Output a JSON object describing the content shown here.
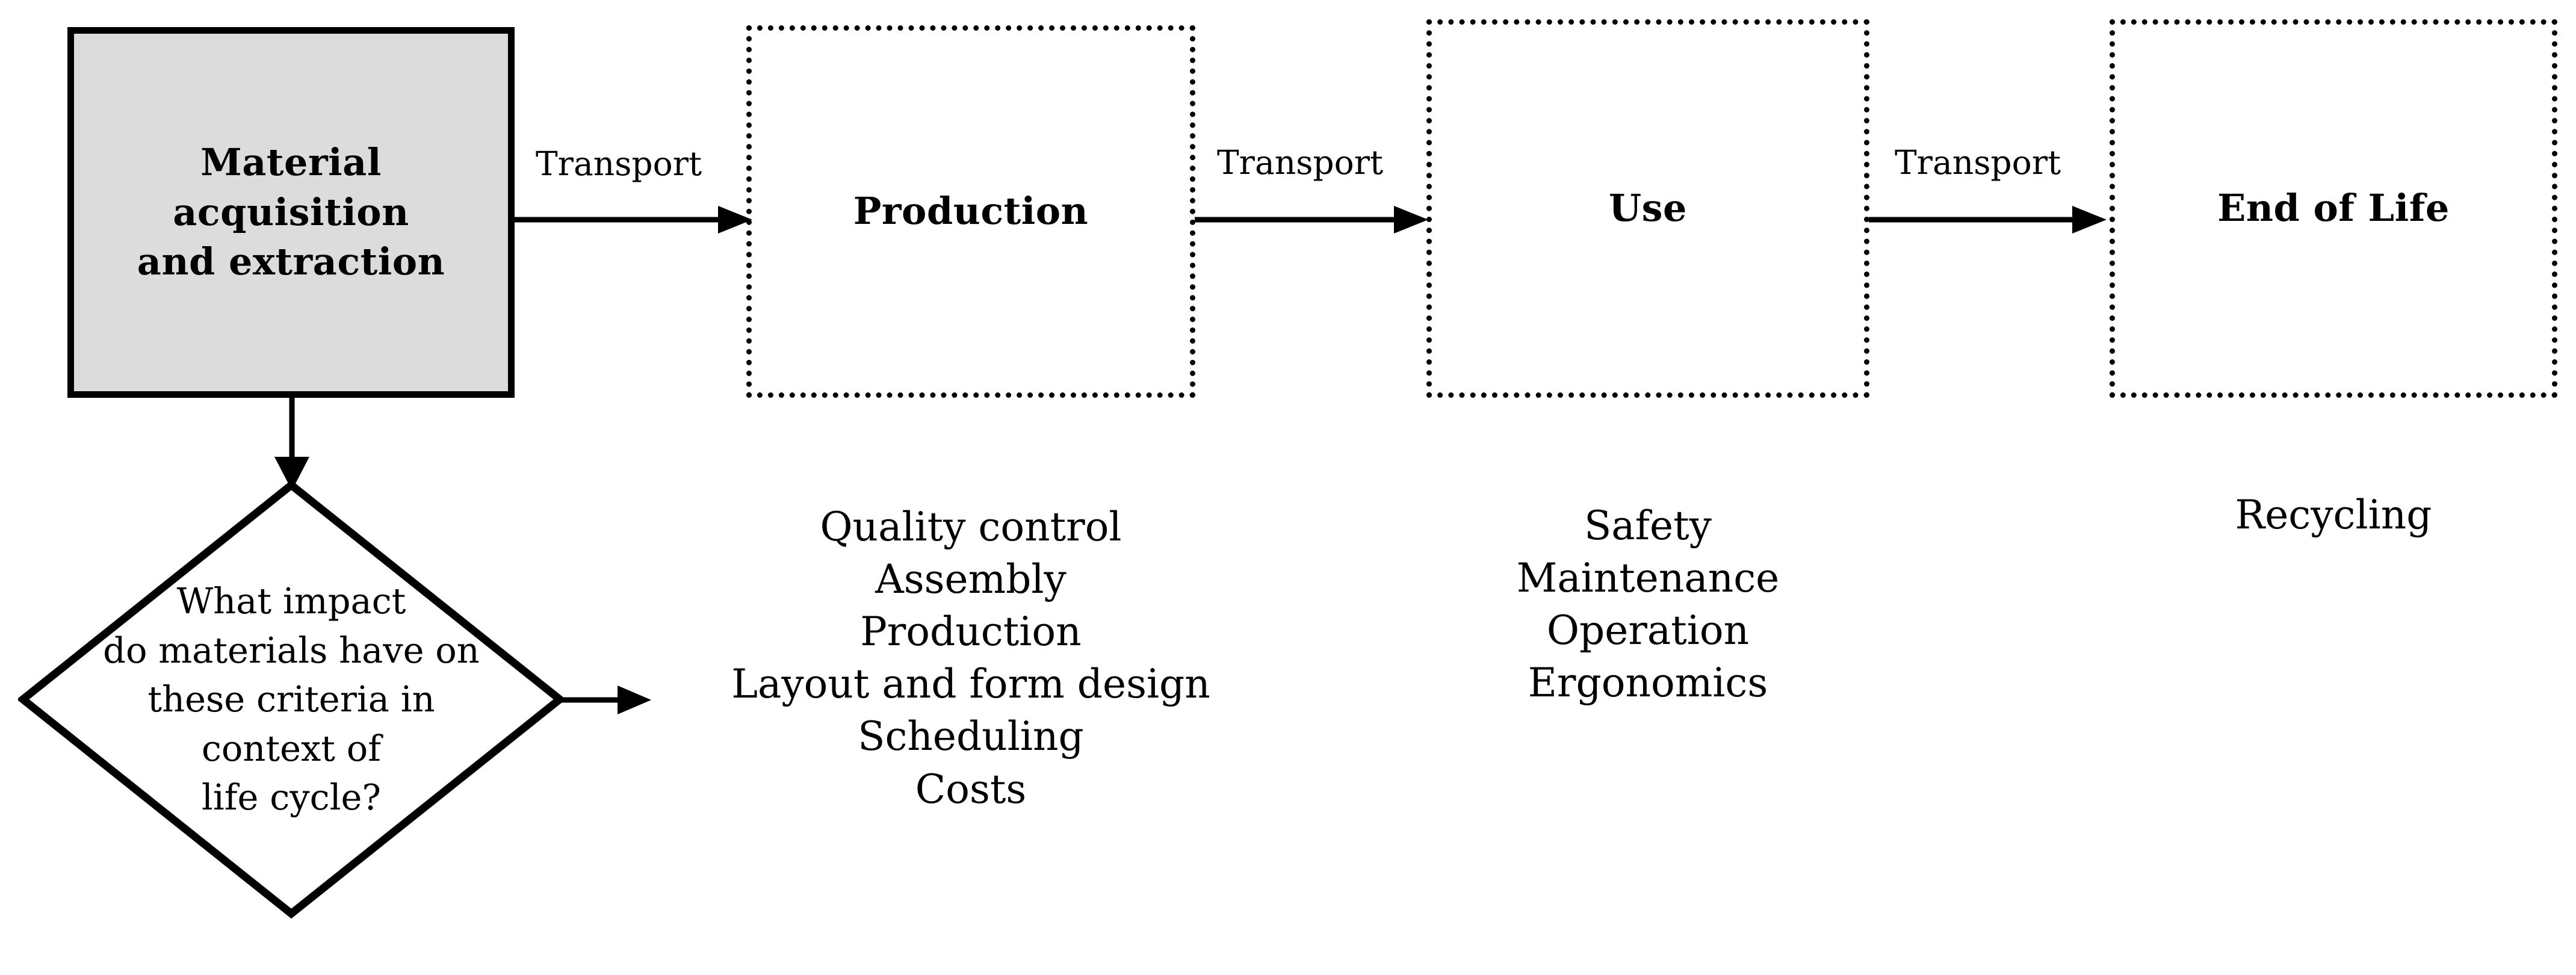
{
  "diagram": {
    "title_hidden": "",
    "colors": {
      "stroke": "#000000",
      "highlight_fill": "#dcdcdc",
      "plain_fill": "#ffffff",
      "text": "#000000"
    },
    "stages": [
      {
        "id": "material-acquisition",
        "label": "Material\nacquisition\nand extraction",
        "label_lines": [
          "Material",
          "acquisition",
          "and extraction"
        ],
        "border_style": "solid",
        "fill": "#dcdcdc",
        "criteria": []
      },
      {
        "id": "production",
        "label": "Production",
        "border_style": "dotted",
        "fill": "#ffffff",
        "criteria": [
          "Quality control",
          "Assembly",
          "Production",
          "Layout and form design",
          "Scheduling",
          "Costs"
        ]
      },
      {
        "id": "use",
        "label": "Use",
        "border_style": "dotted",
        "fill": "#ffffff",
        "criteria": [
          "Safety",
          "Maintenance",
          "Operation",
          "Ergonomics"
        ]
      },
      {
        "id": "end-of-life",
        "label": "End of Life",
        "border_style": "dotted",
        "fill": "#ffffff",
        "criteria": [
          "Recycling"
        ]
      }
    ],
    "connectors": [
      {
        "id": "transport-1",
        "label": "Transport",
        "from": "material-acquisition",
        "to": "production"
      },
      {
        "id": "transport-2",
        "label": "Transport",
        "from": "production",
        "to": "use"
      },
      {
        "id": "transport-3",
        "label": "Transport",
        "from": "use",
        "to": "end-of-life"
      },
      {
        "id": "material-to-decision",
        "label": "",
        "from": "material-acquisition",
        "to": "decision"
      },
      {
        "id": "decision-outflow",
        "label": "",
        "from": "decision",
        "to": ""
      }
    ],
    "decision": {
      "id": "impact-question",
      "label_lines": [
        "What impact",
        "do materials have on",
        "these criteria in",
        "context of",
        "life cycle?"
      ]
    }
  }
}
